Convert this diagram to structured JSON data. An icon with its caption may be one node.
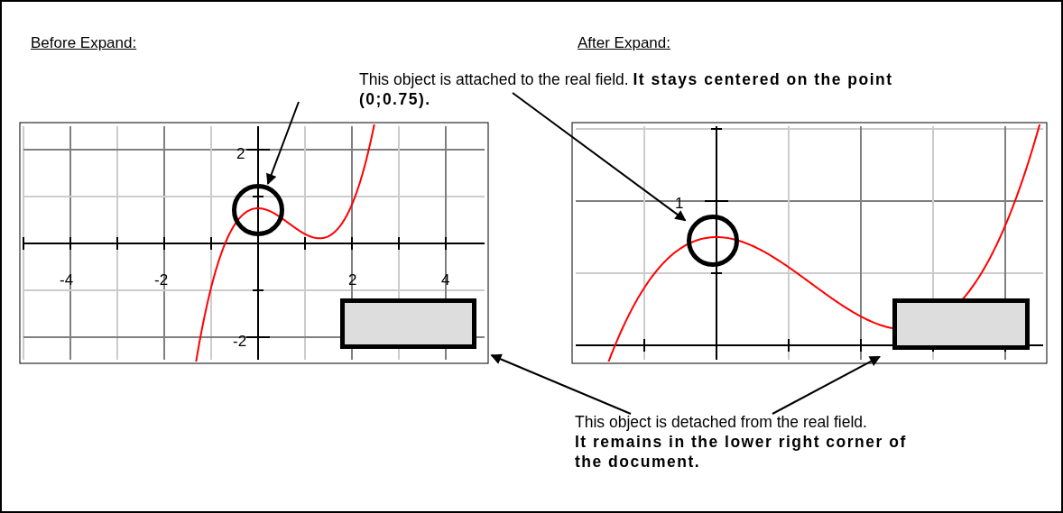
{
  "diagram": {
    "nodes": [
      {
        "text": [
          "This object is attached to the real field. **It stays centered on the point (0;0.75).**"
        ]
      },
      {
        "text": [
          "This object is detached from the real field. **It remains in the lower right corner of the document.**"
        ]
      },
      {
        "text": [],
        "shape": "circle"
      },
      {
        "text": [],
        "shape": "circle"
      },
      {
        "text": [],
        "shape": "box"
      },
      {
        "text": [],
        "shape": "box"
      }
    ],
    "edges": [
      {
        "from": 0,
        "to": 2,
        "arrow": "to"
      },
      {
        "from": 0,
        "to": 3,
        "arrow": "to"
      },
      {
        "from": 1,
        "to": 4,
        "arrow": "to"
      },
      {
        "from": 1,
        "to": 5,
        "arrow": "to"
      }
    ],
    "labels": [
      "Before Expand:",
      "After Expand:",
      "2",
      "-4",
      "-2",
      "2",
      "4",
      "-2",
      "1"
    ]
  }
}
